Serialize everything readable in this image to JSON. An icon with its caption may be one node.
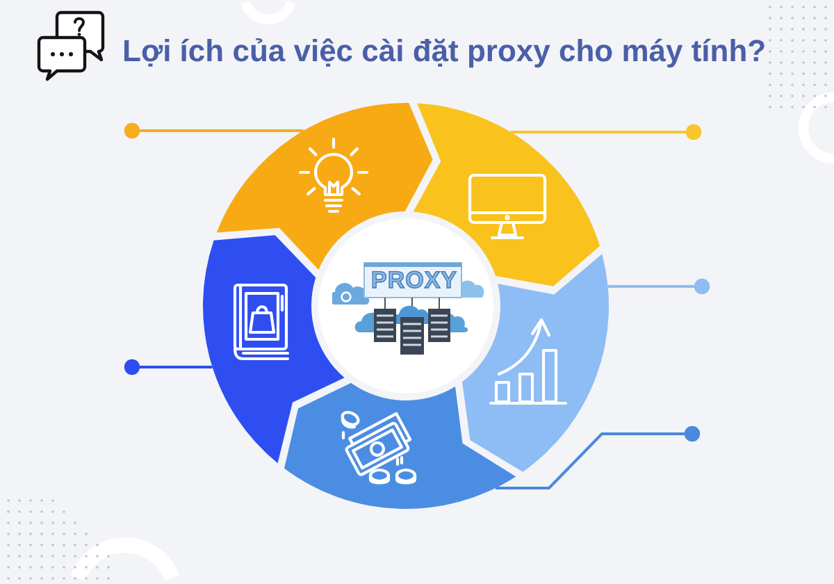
{
  "diagram": {
    "title": "Lợi ích của việc cài đặt proxy cho máy tính?",
    "nodes": [
      {
        "text": [],
        "shape": "arrow"
      },
      {
        "text": [],
        "shape": "arrow"
      },
      {
        "text": [],
        "shape": "arrow"
      },
      {
        "text": [
          "PROXY"
        ]
      },
      {
        "text": [],
        "shape": "arrow"
      },
      {
        "text": [],
        "shape": "arrow"
      }
    ],
    "edges": [
      {
        "from": null,
        "to": 0,
        "arrow": "other",
        "color": "#f6ad1e"
      },
      {
        "from": null,
        "to": 1,
        "arrow": "other",
        "color": "#f8c52a"
      },
      {
        "from": null,
        "to": 4,
        "arrow": "other",
        "color": "#8fbcf1"
      },
      {
        "from": null,
        "to": 5,
        "arrow": "other",
        "color": "#4a89dc"
      },
      {
        "from": null,
        "to": 2,
        "arrow": "other",
        "color": "#2c4ef0"
      }
    ]
  }
}
